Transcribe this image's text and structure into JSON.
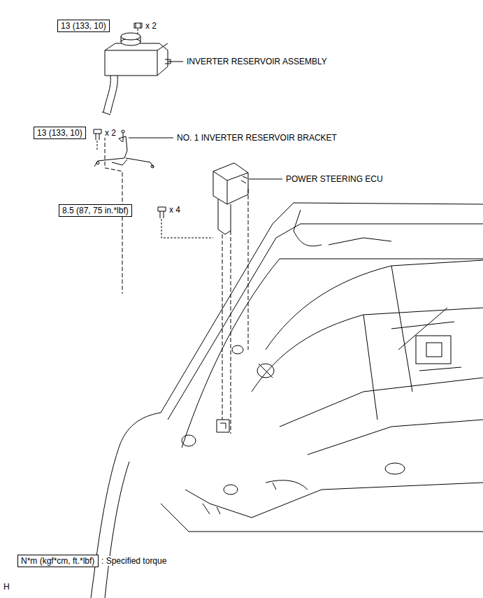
{
  "diagram": {
    "nodes": [
      {
        "text": [
          "13 (133, 10)"
        ]
      },
      {
        "text": [
          "13 (133, 10)"
        ]
      },
      {
        "text": [
          "8.5 (87, 75 in.*lbf)"
        ]
      },
      {
        "text": [
          "N*m (kgf*cm, ft.*lbf)"
        ]
      }
    ],
    "labels": [
      "x 2",
      "INVERTER RESERVOIR ASSEMBLY",
      "x 2",
      "NO. 1 INVERTER RESERVOIR BRACKET",
      "POWER STEERING ECU",
      "x 4",
      ": Specified torque",
      "H"
    ]
  }
}
